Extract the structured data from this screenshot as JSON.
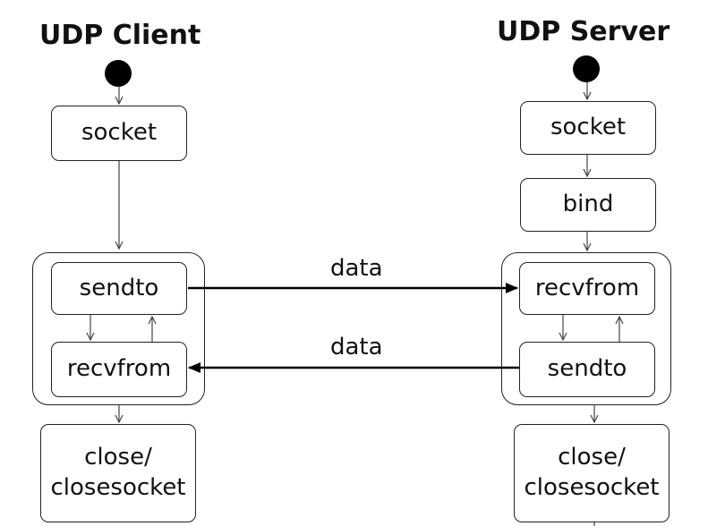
{
  "client": {
    "title": "UDP Client",
    "socket": "socket",
    "sendto": "sendto",
    "recvfrom": "recvfrom",
    "close": "close/\nclosesocket"
  },
  "server": {
    "title": "UDP Server",
    "socket": "socket",
    "bind": "bind",
    "recvfrom": "recvfrom",
    "sendto": "sendto",
    "close": "close/\nclosesocket"
  },
  "flows": {
    "top_label": "data",
    "bottom_label": "data"
  }
}
